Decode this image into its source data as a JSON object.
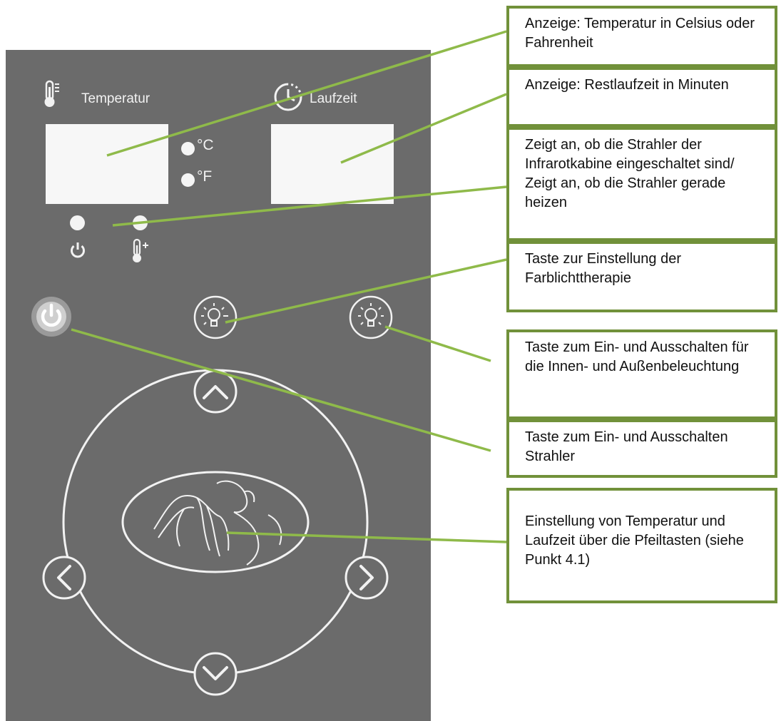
{
  "panel": {
    "temperature_label": "Temperatur",
    "runtime_label": "Laufzeit",
    "celsius_label": "°C",
    "fahrenheit_label": "°F"
  },
  "colors": {
    "panel_background": "#6b6b6b",
    "callout_border": "#71913a",
    "leader_line": "#8fba4a",
    "panel_foreground": "#f2f2f2"
  },
  "icons": [
    "thermometer-icon",
    "clock-icon",
    "power-icon",
    "heating-thermometer-icon",
    "color-light-bulb-icon",
    "light-bulb-icon",
    "arrow-up-icon",
    "arrow-down-icon",
    "arrow-left-icon",
    "arrow-right-icon",
    "figure-logo-icon"
  ],
  "callouts": [
    {
      "text": "Anzeige: Temperatur in Celsius oder Fahrenheit"
    },
    {
      "text": "Anzeige: Restlaufzeit in Minuten"
    },
    {
      "text": "Zeigt an, ob die Strahler der Infrarotkabine eingeschaltet sind/ Zeigt an, ob die Strahler gerade heizen"
    },
    {
      "text": "Taste zur Einstellung der Farblichttherapie"
    },
    {
      "text": "Taste zum Ein- und Ausschalten für die Innen- und Außenbeleuchtung"
    },
    {
      "text": "Taste zum Ein- und Ausschalten Strahler"
    },
    {
      "text": "Einstellung von Temperatur und Laufzeit über die Pfeiltasten (siehe Punkt 4.1)"
    }
  ]
}
